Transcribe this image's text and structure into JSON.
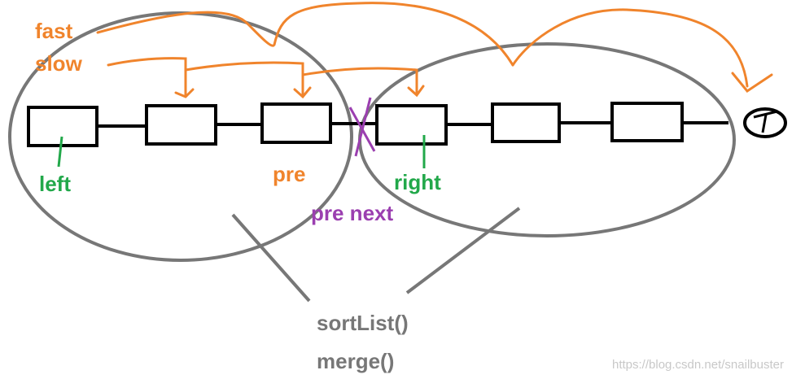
{
  "labels": {
    "fast": "fast",
    "slow": "slow",
    "left": "left",
    "pre": "pre",
    "right": "right",
    "pre_next": "pre next",
    "sort_list": "sortList()",
    "merge": "merge()"
  },
  "watermark": "https://blog.csdn.net/snailbuster",
  "colors": {
    "pointer": "#f0842c",
    "label_green": "#22a84a",
    "cut": "#9b3fb0",
    "call": "#777777",
    "node": "#000000",
    "group": "#777777"
  },
  "list": {
    "node_count": 6,
    "terminal": "null-icon"
  }
}
